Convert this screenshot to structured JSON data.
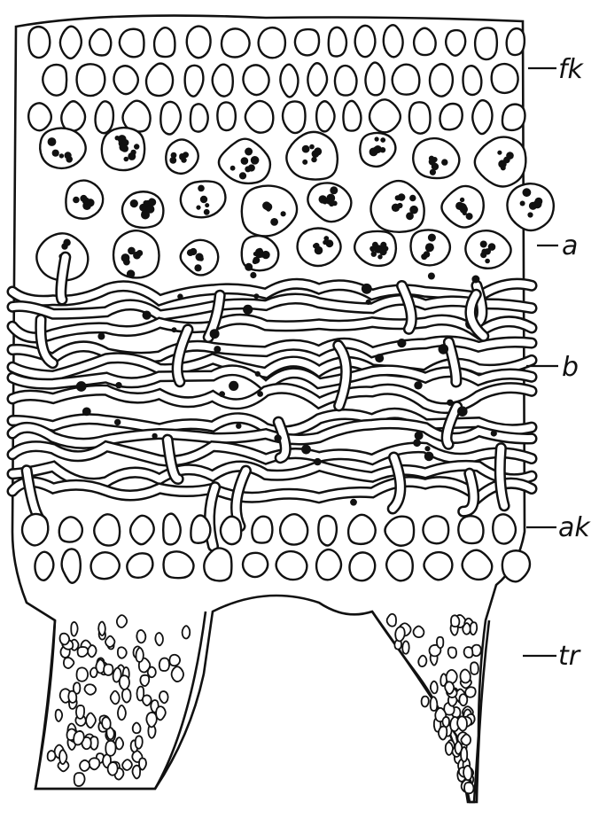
{
  "diagram": {
    "labels": {
      "fk": "fk",
      "a": "a",
      "b": "b",
      "ak": "ak",
      "tr": "tr"
    }
  }
}
